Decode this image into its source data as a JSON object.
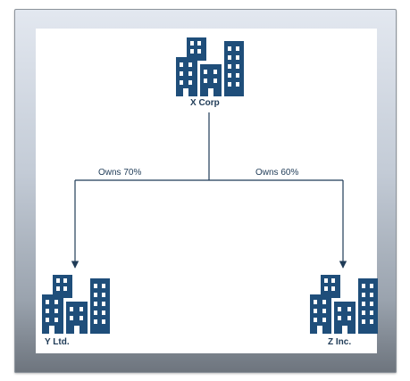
{
  "diagram": {
    "colors": {
      "building": "#1f4e7a",
      "line": "#1f3b57",
      "text": "#1f3b57"
    },
    "nodes": {
      "parent": {
        "name": "X Corp",
        "icon": "office-buildings-icon"
      },
      "left_child": {
        "name": "Y Ltd.",
        "icon": "office-buildings-icon"
      },
      "right_child": {
        "name": "Z Inc.",
        "icon": "office-buildings-icon"
      }
    },
    "edges": {
      "left": {
        "label": "Owns 70%"
      },
      "right": {
        "label": "Owns 60%"
      }
    }
  }
}
